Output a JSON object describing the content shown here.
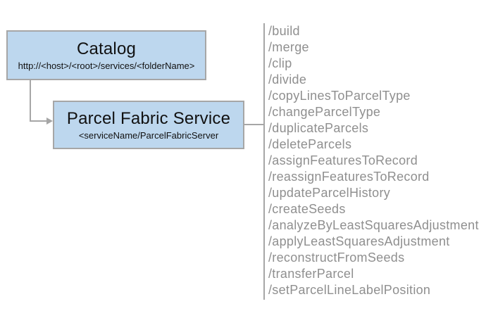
{
  "catalog": {
    "title": "Catalog",
    "subtitle": "http://<host>/<root>/services/<folderName>"
  },
  "service": {
    "title": "Parcel Fabric Service",
    "subtitle": "<serviceName/ParcelFabricServer"
  },
  "endpoints": [
    "/build",
    "/merge",
    "/clip",
    "/divide",
    "/copyLinesToParcelType",
    "/changeParcelType",
    "/duplicateParcels",
    "/deleteParcels",
    "/assignFeaturesToRecord",
    "/reassignFeaturesToRecord",
    "/updateParcelHistory",
    "/createSeeds",
    "/analyzeByLeastSquaresAdjustment",
    "/applyLeastSquaresAdjustment",
    "/reconstructFromSeeds",
    "/transferParcel",
    "/setParcelLineLabelPosition"
  ],
  "colors": {
    "box_fill": "#BDD7EE",
    "box_border": "#A6A6A6",
    "line": "#A6A6A6",
    "endpoint_text": "#8F8F8F",
    "title_text": "#111111"
  }
}
